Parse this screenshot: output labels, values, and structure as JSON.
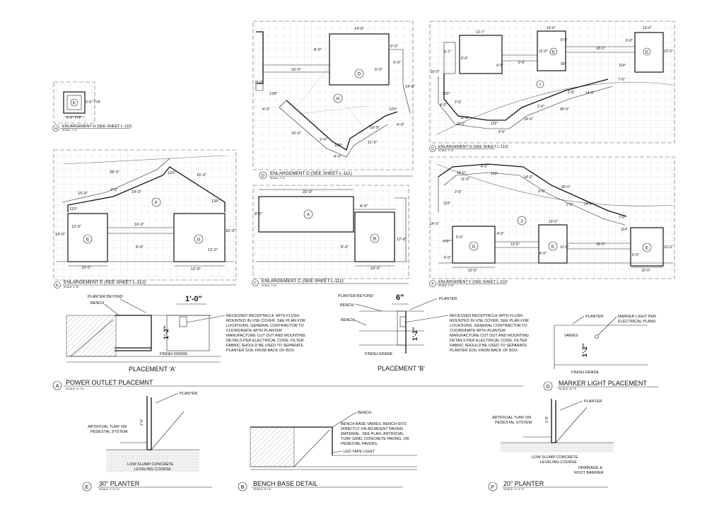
{
  "enlargements": {
    "H": {
      "tag": "H",
      "title": "ENLARGEMENT H (SEE SHEET L-112)",
      "scale": "SCALE: 1\"=4'",
      "label": "K",
      "dim_side": "6'-0\" TYP",
      "dim_bottom": "6'-0\" TYP"
    },
    "D": {
      "tag": "D",
      "title": "ENLARGEMENT D (SEE SHEET L-111)",
      "scale": "SCALE: 1\"=4'",
      "labels": [
        "D",
        "H"
      ],
      "dims": [
        "14'-0\"",
        "8'-0\"",
        "6'-0\"",
        "6'-0\"",
        "4'-0\"",
        "16'-0\"",
        "8'-0\"",
        "14'-0\"",
        "128°",
        "4'-0\"",
        "123°",
        "15'-0\"",
        "10'-0\"",
        "2'-6\"",
        "4'-0\"",
        "11'-0\"",
        "109°",
        "4'-0\""
      ]
    },
    "G": {
      "tag": "G",
      "title": "ENLARGEMENT G (SEE SHEET L-112)",
      "scale": "SCALE: 1\"=8'",
      "labels": [
        "E",
        "E",
        "I"
      ],
      "dims": [
        "13'-7\"",
        "10'-0\"",
        "10'-0\"",
        "5'-7\"",
        "8'-0\"",
        "6'-0\"",
        "8'-6\"",
        "12'-0\"",
        "18'-0\"",
        "12'-0\"",
        "4'-6\"",
        "9'-6\"",
        "90°",
        "16'-0\"",
        "114°",
        "7'-0\"",
        "2'-6\"",
        "14'-0\"",
        "123°",
        "4'-0\"",
        "2'-6\"",
        "2'-6\"",
        "45'-0\"",
        "11'-0\"",
        "14'-0\"",
        "19'-0\"",
        "122°",
        "4'-0\""
      ]
    },
    "E": {
      "tag": "E",
      "title": "ENLARGEMENT E (SEE SHEET L-112)",
      "scale": "SCALE: 1\"=8'",
      "labels": [
        "F",
        "E",
        "G"
      ],
      "dims": [
        "28'-0\"",
        "122°",
        "15'-0\"",
        "2'-6\"",
        "10'-0\"",
        "14'-0\"",
        "126°",
        "113°",
        "12'-0\"",
        "16'-0\"",
        "14'-0\"",
        "16'-0\"",
        "8'-0\"",
        "12'-0\"",
        "10'-0\"",
        "12'-0\""
      ]
    },
    "C": {
      "tag": "C",
      "title": "ENLARGEMENT C (SEE SHEET L-111)",
      "scale": "SCALE: 1\"=4'",
      "labels": [
        "A",
        "B"
      ],
      "dims": [
        "22'-0\"",
        "8'-0\"",
        "4'-0\"",
        "12'-0\"",
        "8'-0\"",
        "10'-0\""
      ]
    },
    "F": {
      "tag": "F",
      "title": "ENLARGEMENT F (SEE SHEET L-112)",
      "scale": "SCALE: 1\"=8'",
      "labels": [
        "J",
        "G",
        "E",
        "E"
      ],
      "dims": [
        "19'-0\"",
        "4'-0\"",
        "123°",
        "11'-0\"",
        "14'-0\"",
        "2'-6\"",
        "45'-0\"",
        "2'-6\"",
        "14'-0\"",
        "123°",
        "2'-6\"",
        "7'-0\"",
        "114°",
        "10'-0\"",
        "14'-0\"",
        "6'-0\"",
        "4'-0\"",
        "4'-0\"",
        "13'-0\"",
        "18'-0\"",
        "12'-0\"",
        "12'-0\"",
        "8'-0\"",
        "6'-0\"",
        "6'-0\"",
        "12'-0\"",
        "10'-0\""
      ]
    }
  },
  "details": {
    "A": {
      "tag": "A",
      "title": "POWER OUTLET PLACEMNT",
      "scale": "SCALE: N.T.S.",
      "placement_a": {
        "label": "PLACEMENT 'A'",
        "planter_beyond": "PLANTER BEYOND",
        "bench": "BENCH",
        "dim_top": "1'-0\"",
        "dim_side": "1'-2\"",
        "finish_grade": "FINISH GRADE"
      },
      "placement_b": {
        "label": "PLACEMENT 'B'",
        "planter_beyond": "PLANTER BEYOND",
        "bench": "BENCH",
        "bench2": "BENCH",
        "planter": "PLANTER",
        "dim_top": "6\"",
        "dim_side": "1'-2\"",
        "finish_grade": "FINISH GRADE"
      },
      "note": [
        "RECESSED RECEPTACLE WITH FLUSH",
        "MOUNTED IN USE COVER.  SEE PLAN FOR",
        "LOCATIONS. GENERAL CONTRACTOR TO",
        "COORDINATE WITH PLANTER",
        "MANUFACTURE CUT OUT AND MOUNTING",
        "DETAILS PER ELECTRICAL CODE. FILTER",
        "FABRIC SHOULD BE USED TO SEPARATE",
        "PLANTER SOIL FROM BACK OF BOX."
      ]
    },
    "D": {
      "tag": "D",
      "title": "MARKER LIGHT PLACEMENT",
      "scale": "SCALE: N.T.S.",
      "planter": "PLANTER",
      "marker": [
        "MARKER LIGHT PER",
        "ELECTRICAL PLANS"
      ],
      "varies": "VARIES",
      "dim_side": "1'-2\"",
      "finish_grade": "FINISH GRADE"
    },
    "E": {
      "tag": "E",
      "title": "30\" PLANTER",
      "scale": "SCALE: 1\"=1'-0\"",
      "planter": "PLANTER",
      "turf": [
        "ARTIFICIAL TURF ON",
        "PEDESTAL SYSTEM"
      ],
      "concrete": [
        "LOW SLUMP CONCRETE",
        "LEVELING COURSE"
      ],
      "dim": "2'-6\""
    },
    "B": {
      "tag": "B",
      "title": "BENCH BASE DETAIL",
      "scale": "SCALE: N.T.S.",
      "bench": "BENCH",
      "note": [
        "BENCH BASE VARIES. BENCH SITS",
        "DIRECTLY ON ADJACENT PAVING",
        "MATERIAL. SEE PLAN. ARTIFICIAL",
        "TURF GRID, CONCRETE PAVING, OR",
        "PEDESTAL PAVERS."
      ],
      "led": "LED TAPE LIGHT"
    },
    "F": {
      "tag": "F",
      "title": "20\" PLANTER",
      "scale": "SCALE: 1\"=1'-0\"",
      "planter": "PLANTER",
      "turf": [
        "ARTIFICIAL TURF ON",
        "PEDESTAL SYSTEM"
      ],
      "concrete": [
        "LOW SLUMP CONCRETE",
        "LEVELING COURSE"
      ],
      "drain": [
        "DRAINAGE &",
        "ROOT BARRIER"
      ],
      "dim": "1'-8\""
    }
  }
}
